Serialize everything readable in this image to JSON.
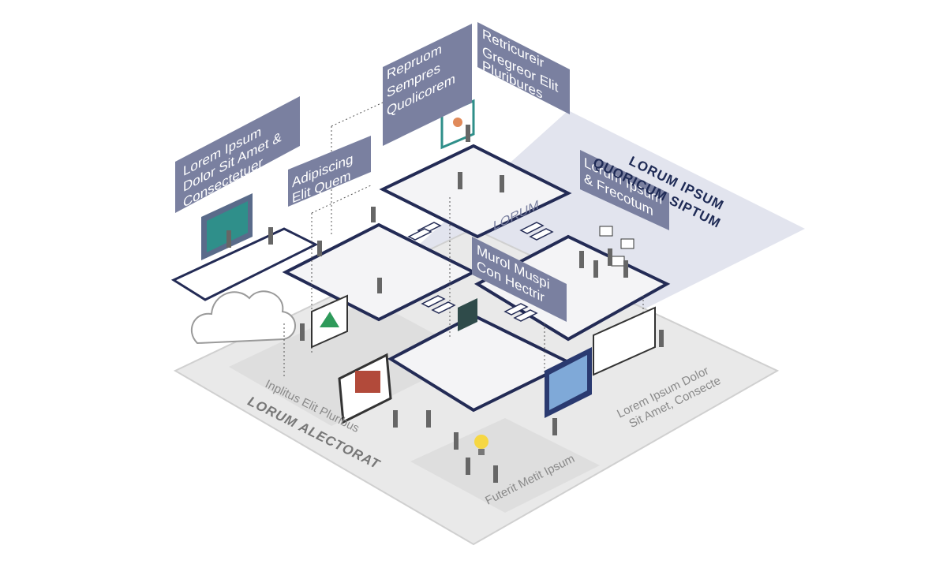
{
  "colors": {
    "panel": "#7a80a0",
    "navy": "#1e2a55",
    "floor_light": "#e9e9e9",
    "floor_mid": "#dcdcdc",
    "platform": "#ffffff",
    "edge": "#232b55",
    "backdrop": "#e2e4ee"
  },
  "labels": {
    "top_left_a": "Repruom",
    "top_left_b": "Sempres",
    "top_left_c": "Quolicorem",
    "top_right_a": "Retricureir",
    "top_right_b": "Gregreor Elit",
    "top_right_c": "Pluribures",
    "top_floor": "LORUM",
    "left_panel_a": "Lorem Ipsum",
    "left_panel_b": "Dolor Sit Amet &",
    "left_panel_c": "Consectetuer",
    "mid_panel_a": "Adipiscing",
    "mid_panel_b": "Elit Quem",
    "right_panel_a": "Lorum Ipsum",
    "right_panel_b": "& Frecotum",
    "center_panel_a": "Murol Muspi",
    "center_panel_b": "Con Hectrir",
    "big_title_a": "LORUM IPSUM",
    "big_title_b": "QUORICUM SIPTUM",
    "floor_left": "Inplitus Elit Pluribus",
    "floor_left_bold": "LORUM ALECTORAT",
    "floor_bottom": "Futerit Metit Ipsum",
    "floor_right_a": "Lorem Ipsum Dolor",
    "floor_right_b": "Sit Amet, Consecte"
  }
}
